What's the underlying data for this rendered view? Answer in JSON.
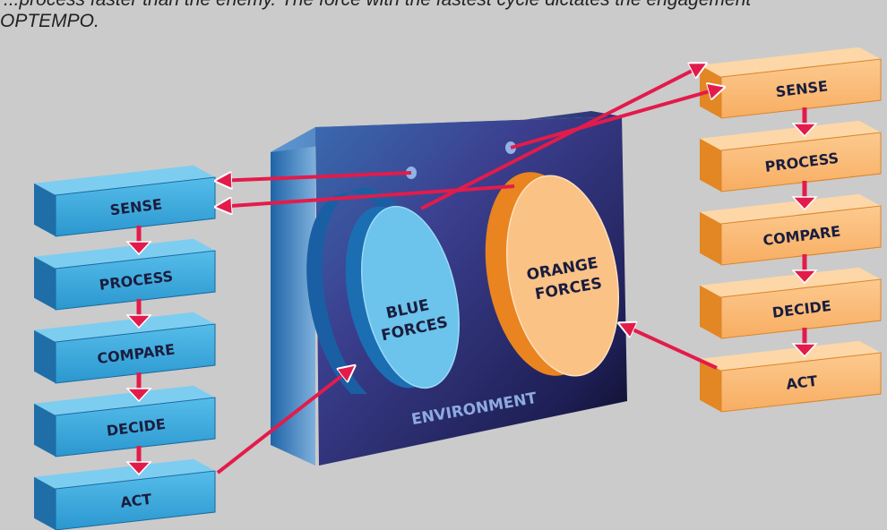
{
  "caption": {
    "line1": "...process faster than the enemy. The force with the fastest cycle dictates the engagement",
    "line2": "OPTEMPO."
  },
  "environment": {
    "label": "ENVIRONMENT"
  },
  "blue": {
    "force_line1": "BLUE",
    "force_line2": "FORCES",
    "steps": [
      "SENSE",
      "PROCESS",
      "COMPARE",
      "DECIDE",
      "ACT"
    ]
  },
  "orange": {
    "force_line1": "ORANGE",
    "force_line2": "FORCES",
    "steps": [
      "SENSE",
      "PROCESS",
      "COMPARE",
      "DECIDE",
      "ACT"
    ]
  },
  "colors": {
    "background": "#cbcbcb",
    "blue_box": "#36a6d8",
    "orange_box": "#f9b46f",
    "arrow": "#e31b4b",
    "environment": "#2b2f7a"
  }
}
